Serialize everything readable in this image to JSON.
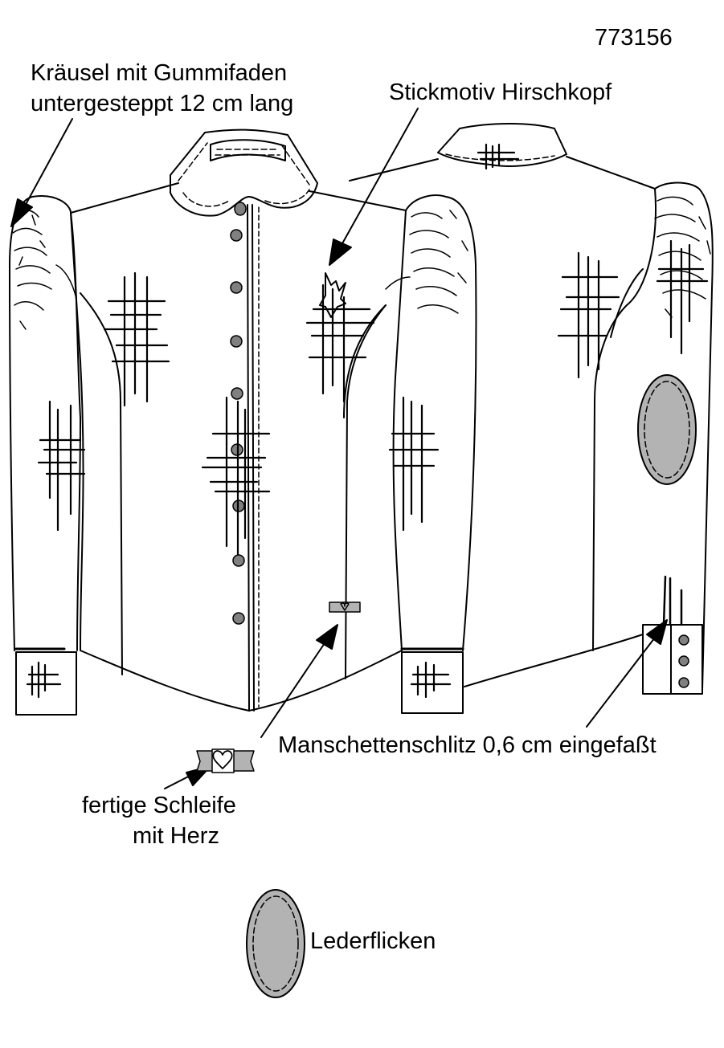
{
  "model_number": "773156",
  "annotations": {
    "gather": {
      "line1": "Kräusel mit Gummifaden",
      "line2": "untergesteppt 12 cm lang"
    },
    "embroidery": "Stickmotiv Hirschkopf",
    "cuff_slit": "Manschettenschlitz 0,6 cm eingefaßt",
    "bow": {
      "line1": "fertige Schleife",
      "line2": "mit Herz"
    },
    "patch": "Lederflicken"
  },
  "colors": {
    "line": "#000000",
    "fill_gray": "#b3b3b3",
    "button": "#808080"
  }
}
